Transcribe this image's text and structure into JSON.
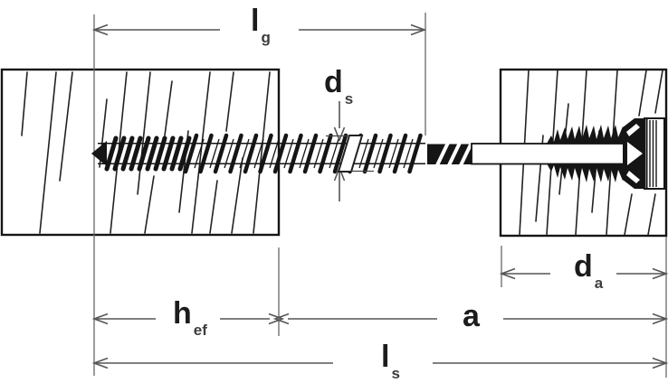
{
  "diagram": {
    "background": "#ffffff",
    "ink_color": "#151515",
    "dimension_line_color": "#555555",
    "labels": {
      "lg": {
        "main": "l",
        "sub": "g"
      },
      "ds": {
        "main": "d",
        "sub": "s"
      },
      "hef": {
        "main": "h",
        "sub": "ef"
      },
      "a": {
        "main": "a",
        "sub": ""
      },
      "ls": {
        "main": "l",
        "sub": "s"
      },
      "da": {
        "main": "d",
        "sub": "a"
      }
    }
  }
}
